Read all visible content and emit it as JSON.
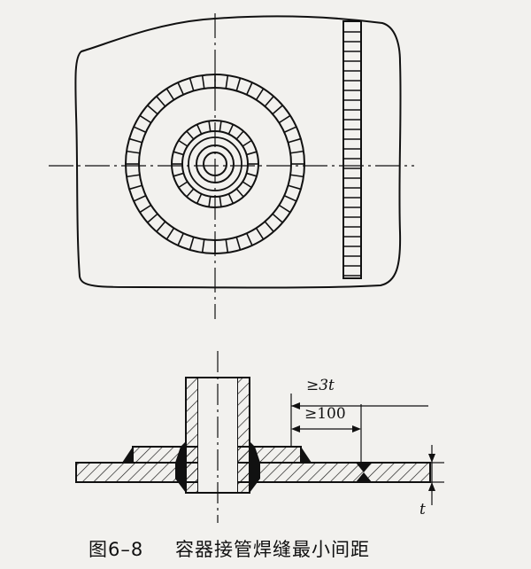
{
  "figure": {
    "caption_number": "图6–8",
    "caption_title": "容器接管焊缝最小间距"
  },
  "dimensions": {
    "min_3t": "≥3t",
    "min_100": "≥100",
    "thickness": "t"
  },
  "colors": {
    "ink": "#111111",
    "paper": "#f2f1ee"
  }
}
